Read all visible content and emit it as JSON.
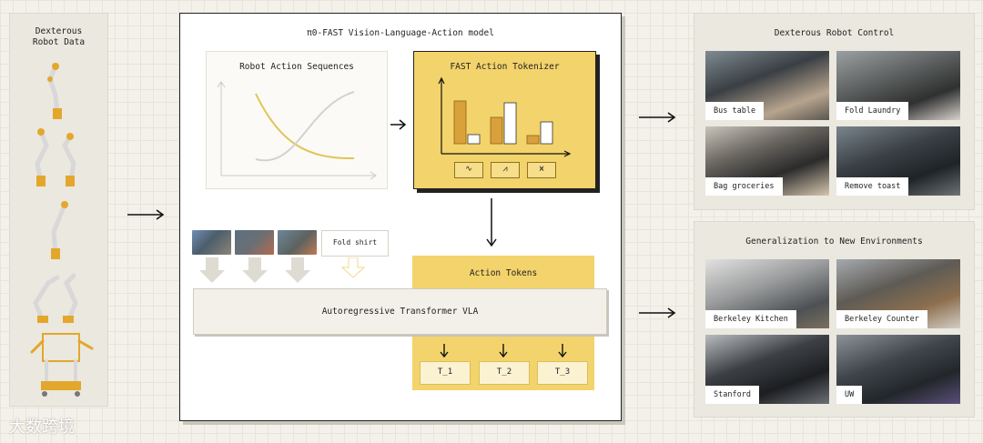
{
  "left_column": {
    "title": "Dexterous\nRobot Data"
  },
  "main": {
    "title": "π0-FAST Vision-Language-Action model",
    "sequences_label": "Robot Action Sequences",
    "tokenizer_label": "FAST Action Tokenizer",
    "tokenizer_chips": [
      "∿",
      "⩘",
      "⩙"
    ],
    "fold_shirt_label": "Fold shirt",
    "tokens_label": "Action Tokens",
    "tokens": [
      "T_1",
      "T_2",
      "T_3"
    ],
    "vla_label": "Autoregressive Transformer VLA"
  },
  "control_panel": {
    "title": "Dexterous Robot Control",
    "tasks": [
      "Bus table",
      "Fold Laundry",
      "Bag groceries",
      "Remove toast"
    ]
  },
  "generalization_panel": {
    "title": "Generalization to New Environments",
    "environments": [
      "Berkeley Kitchen",
      "Berkeley Counter",
      "Stanford",
      "UW"
    ]
  },
  "watermark": "大数跨境",
  "colors": {
    "accent_yellow": "#f3d36b",
    "bar_orange": "#d9a13a",
    "panel_beige": "#ebe8df"
  }
}
